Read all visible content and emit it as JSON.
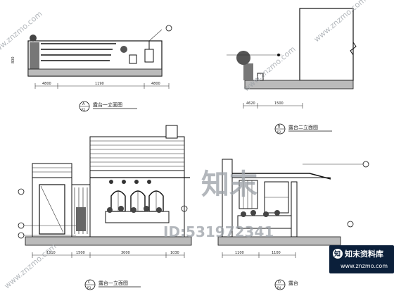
{
  "views": {
    "a": {
      "title": "露台一立面图",
      "marker_top": "A",
      "marker_bottom": "R1",
      "dims": [
        "4800",
        "1190",
        "4800"
      ]
    },
    "b": {
      "title": "露台二立面图",
      "marker_top": "B",
      "marker_bottom": "R2",
      "dims": [
        "4620",
        "1500"
      ]
    },
    "c": {
      "title": "露台一立面图",
      "marker_top": "C",
      "marker_bottom": "R3",
      "dims": [
        "1310",
        "1500",
        "3000",
        "1030"
      ]
    },
    "d": {
      "title": "露台",
      "marker_top": "D",
      "marker_bottom": "R4",
      "dims": [
        "1100",
        "1100"
      ]
    }
  },
  "watermark": {
    "brand_cn": "知末",
    "id_text": "ID:531972341",
    "corner_cn": "知末资料库",
    "corner_url": "www.znzmo.com",
    "diag": "www.znzmo.com"
  }
}
